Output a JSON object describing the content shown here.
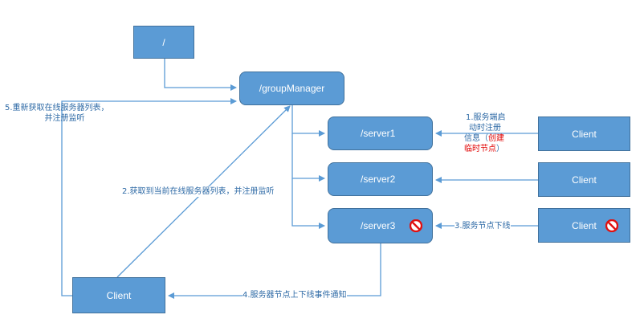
{
  "nodes": {
    "root": "/",
    "group_manager": "/groupManager",
    "server1": "/server1",
    "server2": "/server2",
    "server3": "/server3",
    "client_top": "Client",
    "client_mid": "Client",
    "client_bottom_right": "Client",
    "client_left": "Client"
  },
  "edges": {
    "step1_line1": "1.服务端启",
    "step1_line2": "动时注册",
    "step1_line3_prefix": "信息（",
    "step1_line3_red": "创建",
    "step1_line4_red": "临时节点",
    "step1_line4_suffix": "）",
    "step2": "2.获取到当前在线服务器列表，并注册监听",
    "step3": "3.服务节点下线",
    "step4": "4.服务器节点上下线事件通知",
    "step5_line1": "5.重新获取在线服务器列表，",
    "step5_line2": "并注册监听"
  },
  "colors": {
    "node_fill": "#5b9bd5",
    "node_border": "#41719c",
    "arrow": "#5b9bd5",
    "label_text": "#2e6aa6",
    "highlight_text": "#e00000",
    "ban_icon": "#e01010"
  }
}
